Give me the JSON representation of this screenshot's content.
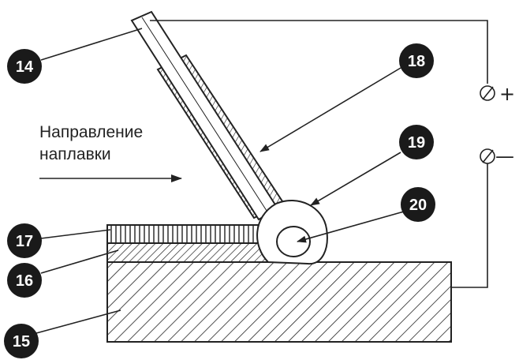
{
  "caption": {
    "line1": "Направление",
    "line2": "наплавки"
  },
  "callouts": {
    "c14": "14",
    "c15": "15",
    "c16": "16",
    "c17": "17",
    "c18": "18",
    "c19": "19",
    "c20": "20"
  },
  "terminals": {
    "plus": "+",
    "minus": "—"
  },
  "colors": {
    "ink": "#222222",
    "callout_fill": "#1a1a1a",
    "background": "#ffffff"
  }
}
